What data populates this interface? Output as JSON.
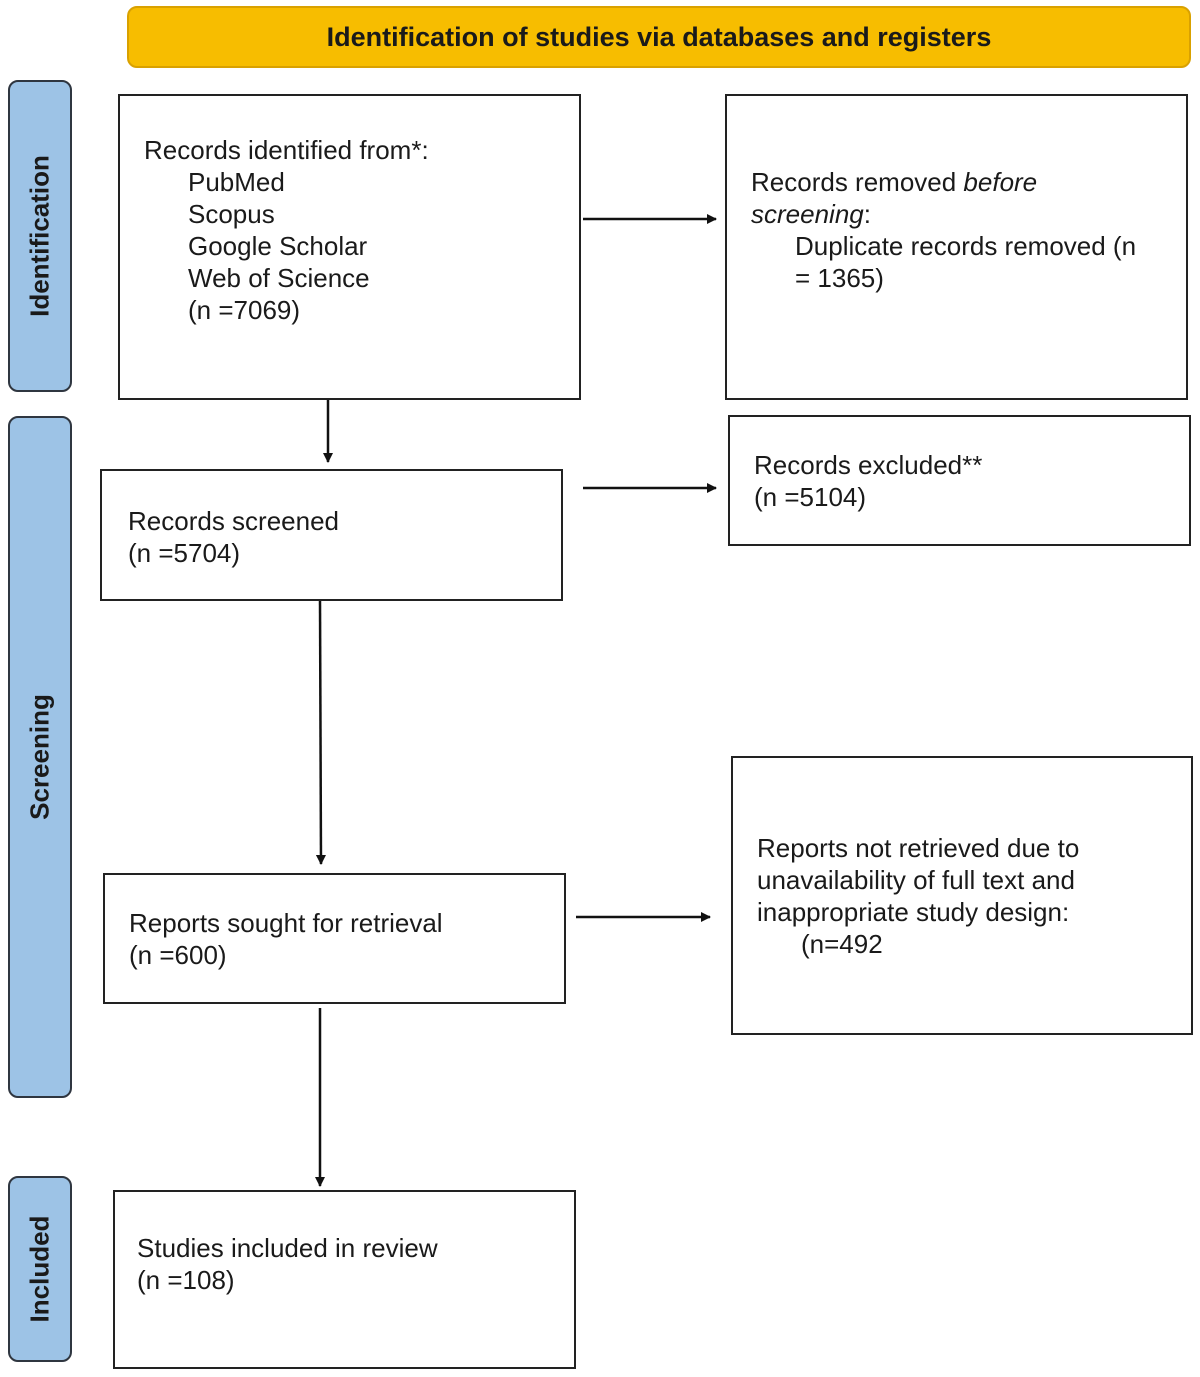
{
  "header": {
    "title": "Identification of studies via databases and registers"
  },
  "stages": {
    "identification": "Identification",
    "screening": "Screening",
    "included": "Included"
  },
  "boxes": {
    "identified": {
      "heading": "Records identified from*:",
      "sources": [
        "PubMed",
        "Scopus",
        "Google Scholar",
        "Web of Science"
      ],
      "count": "(n =7069)"
    },
    "removed": {
      "heading_prefix": "Records removed ",
      "heading_italic": "before",
      "heading_italic_2": "screening",
      "heading_suffix": ":",
      "detail_line1": "Duplicate records removed (n",
      "detail_line2": "= 1365)"
    },
    "screened": {
      "label": "Records screened",
      "count": "(n =5704)"
    },
    "excluded": {
      "label": "Records excluded**",
      "count": "(n =5104)"
    },
    "sought": {
      "label": "Reports sought for retrieval",
      "count": "(n =600)"
    },
    "not_retrieved": {
      "line1": "Reports not retrieved due to",
      "line2": "unavailability of full text and",
      "line3": "inappropriate study design:",
      "count": "(n=492"
    },
    "included": {
      "label": "Studies included in review",
      "count": "(n =108)"
    }
  }
}
